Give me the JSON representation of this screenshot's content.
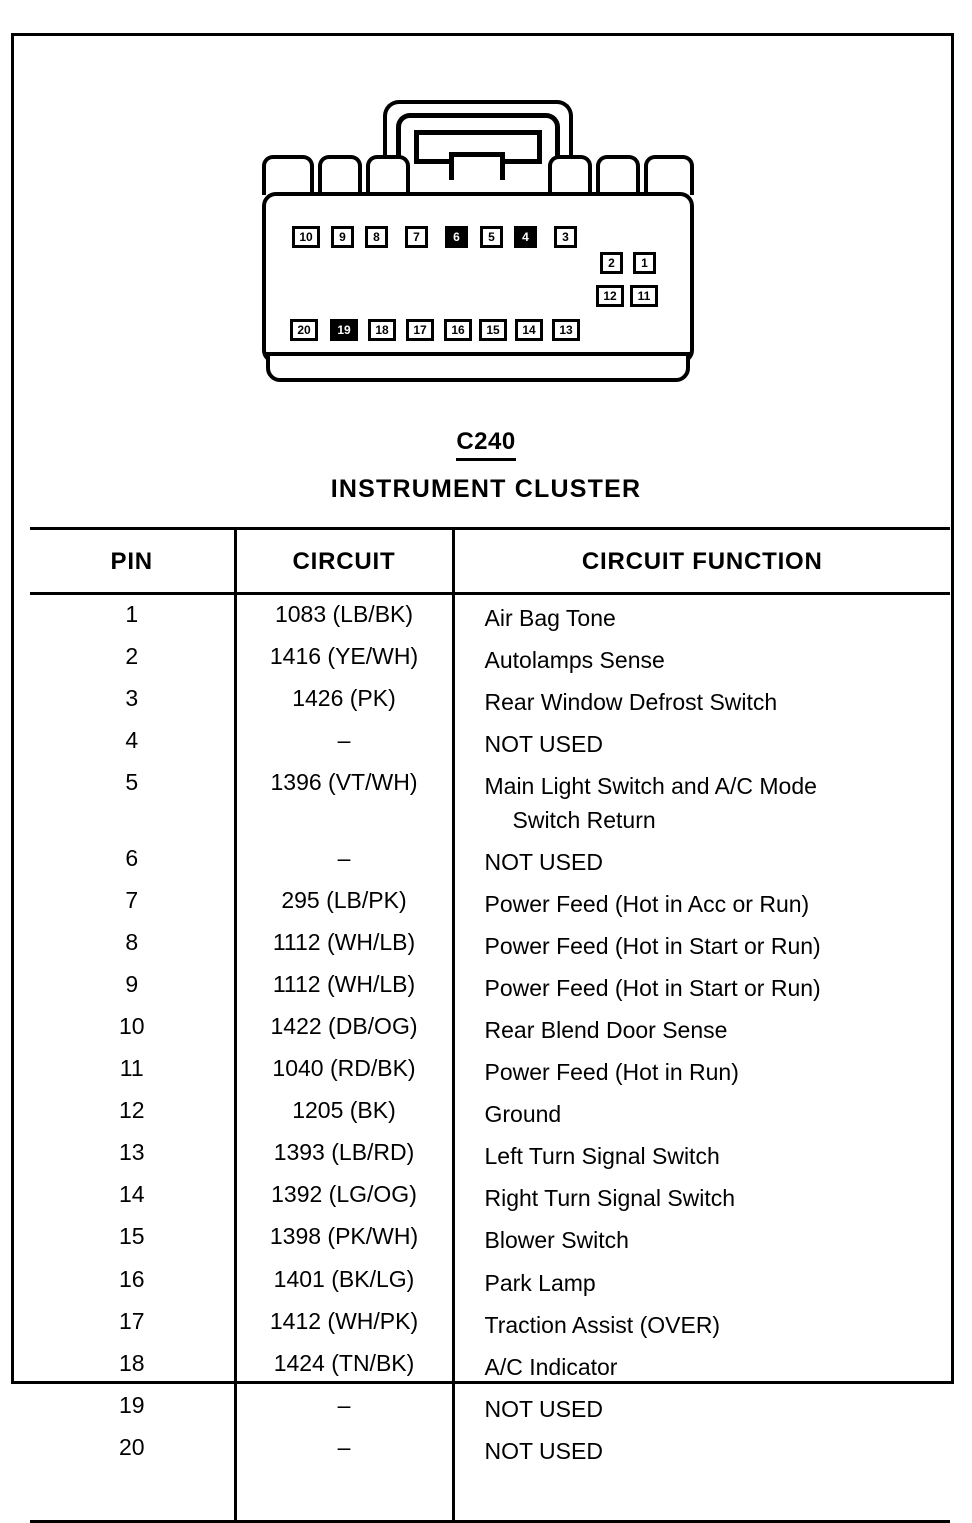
{
  "connector": {
    "code": "C240",
    "name": "INSTRUMENT CLUSTER",
    "pin_cavities": {
      "top_row": [
        {
          "label": "10",
          "filled": false
        },
        {
          "label": "9",
          "filled": false
        },
        {
          "label": "8",
          "filled": false
        },
        {
          "label": "7",
          "filled": false
        },
        {
          "label": "6",
          "filled": true
        },
        {
          "label": "5",
          "filled": false
        },
        {
          "label": "4",
          "filled": true
        },
        {
          "label": "3",
          "filled": false
        }
      ],
      "right_upper": [
        {
          "label": "2",
          "filled": false
        },
        {
          "label": "1",
          "filled": false
        }
      ],
      "right_lower": [
        {
          "label": "12",
          "filled": false
        },
        {
          "label": "11",
          "filled": false
        }
      ],
      "bottom_row": [
        {
          "label": "20",
          "filled": false
        },
        {
          "label": "19",
          "filled": true
        },
        {
          "label": "18",
          "filled": false
        },
        {
          "label": "17",
          "filled": false
        },
        {
          "label": "16",
          "filled": false
        },
        {
          "label": "15",
          "filled": false
        },
        {
          "label": "14",
          "filled": false
        },
        {
          "label": "13",
          "filled": false
        }
      ]
    }
  },
  "table": {
    "headers": {
      "pin": "PIN",
      "circuit": "CIRCUIT",
      "function": "CIRCUIT FUNCTION"
    },
    "rows": [
      {
        "pin": "1",
        "circuit": "1083 (LB/BK)",
        "function": "Air Bag Tone",
        "function_line2": ""
      },
      {
        "pin": "2",
        "circuit": "1416 (YE/WH)",
        "function": "Autolamps Sense",
        "function_line2": ""
      },
      {
        "pin": "3",
        "circuit": "1426 (PK)",
        "function": "Rear Window Defrost Switch",
        "function_line2": ""
      },
      {
        "pin": "4",
        "circuit": "–",
        "function": "NOT USED",
        "function_line2": ""
      },
      {
        "pin": "5",
        "circuit": "1396 (VT/WH)",
        "function": "Main Light Switch and A/C Mode",
        "function_line2": "Switch Return"
      },
      {
        "pin": "6",
        "circuit": "–",
        "function": "NOT USED",
        "function_line2": ""
      },
      {
        "pin": "7",
        "circuit": "295 (LB/PK)",
        "function": "Power Feed (Hot in Acc or Run)",
        "function_line2": ""
      },
      {
        "pin": "8",
        "circuit": "1112 (WH/LB)",
        "function": "Power Feed (Hot in Start or Run)",
        "function_line2": ""
      },
      {
        "pin": "9",
        "circuit": "1112 (WH/LB)",
        "function": "Power Feed (Hot in Start or Run)",
        "function_line2": ""
      },
      {
        "pin": "10",
        "circuit": "1422 (DB/OG)",
        "function": "Rear Blend Door Sense",
        "function_line2": ""
      },
      {
        "pin": "11",
        "circuit": "1040 (RD/BK)",
        "function": "Power Feed (Hot in Run)",
        "function_line2": ""
      },
      {
        "pin": "12",
        "circuit": "1205 (BK)",
        "function": "Ground",
        "function_line2": ""
      },
      {
        "pin": "13",
        "circuit": "1393 (LB/RD)",
        "function": "Left Turn Signal Switch",
        "function_line2": ""
      },
      {
        "pin": "14",
        "circuit": "1392 (LG/OG)",
        "function": "Right Turn Signal Switch",
        "function_line2": ""
      },
      {
        "pin": "15",
        "circuit": "1398 (PK/WH)",
        "function": "Blower Switch",
        "function_line2": ""
      },
      {
        "pin": "16",
        "circuit": "1401 (BK/LG)",
        "function": "Park Lamp",
        "function_line2": ""
      },
      {
        "pin": "17",
        "circuit": "1412 (WH/PK)",
        "function": "Traction Assist (OVER)",
        "function_line2": ""
      },
      {
        "pin": "18",
        "circuit": "1424 (TN/BK)",
        "function": "A/C Indicator",
        "function_line2": ""
      },
      {
        "pin": "19",
        "circuit": "–",
        "function": "NOT USED",
        "function_line2": ""
      },
      {
        "pin": "20",
        "circuit": "–",
        "function": "NOT USED",
        "function_line2": ""
      }
    ]
  },
  "colors": {
    "ink": "#000000",
    "paper": "#ffffff"
  }
}
